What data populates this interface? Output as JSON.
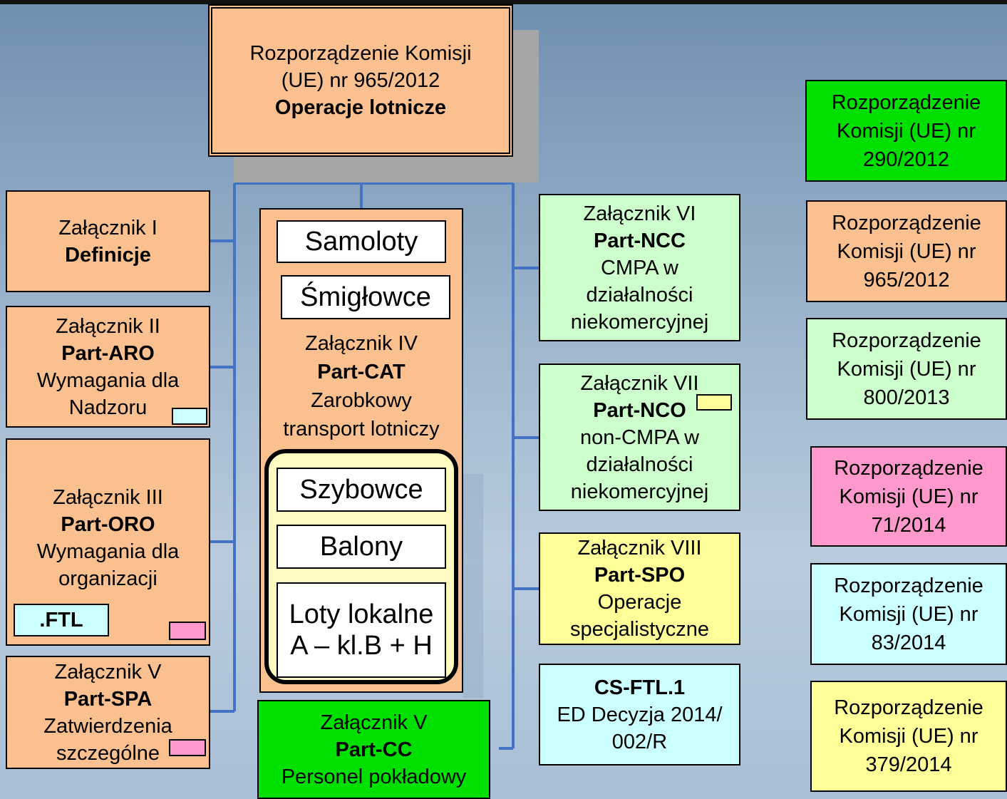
{
  "main_regulation": {
    "line1": "Rozporządzenie Komisji",
    "line2": "(UE) nr 965/2012",
    "line3": "Operacje lotnicze"
  },
  "annex_1": {
    "label": "Załącznik I",
    "code": "Definicje"
  },
  "annex_2": {
    "label": "Załącznik II",
    "code": "Part-ARO",
    "desc1": "Wymagania dla",
    "desc2": "Nadzoru"
  },
  "annex_3": {
    "label": "Załącznik III",
    "code": "Part-ORO",
    "desc1": "Wymagania dla",
    "desc2": "organizacji",
    "sub": ".FTL"
  },
  "annex_5_spa": {
    "label": "Załącznik V",
    "code": "Part-SPA",
    "desc1": "Zatwierdzenia",
    "desc2": "szczególne"
  },
  "annex_4": {
    "aircraft": [
      "Samoloty",
      "Śmigłowce"
    ],
    "label": "Załącznik IV",
    "code": "Part-CAT",
    "desc1": "Zarobkowy",
    "desc2": "transport lotniczy",
    "inner": [
      "Szybowce",
      "Balony"
    ],
    "local_line1": "Loty lokalne",
    "local_line2": "A – kl.B + H"
  },
  "annex_5_cc": {
    "label": "Załącznik V",
    "code": "Part-CC",
    "desc": "Personel pokładowy"
  },
  "annex_6": {
    "label": "Załącznik VI",
    "code": "Part-NCC",
    "desc1": "CMPA w",
    "desc2": "działalności",
    "desc3": "niekomercyjnej"
  },
  "annex_7": {
    "label": "Załącznik VII",
    "code": "Part-NCO",
    "desc1": "non-CMPA w",
    "desc2": "działalności",
    "desc3": "niekomercyjnej"
  },
  "annex_8": {
    "label": "Załącznik VIII",
    "code": "Part-SPO",
    "desc1": "Operacje",
    "desc2": "specjalistyczne"
  },
  "cs_ftl": {
    "code": "CS-FTL.1",
    "desc1": "ED Decyzja 2014/",
    "desc2": "002/R"
  },
  "legend": [
    {
      "line1": "Rozporządzenie",
      "line2": "Komisji (UE) nr",
      "line3": "290/2012",
      "color": "#00e000"
    },
    {
      "line1": "Rozporządzenie",
      "line2": "Komisji (UE) nr",
      "line3": "965/2012",
      "color": "#fac090"
    },
    {
      "line1": "Rozporządzenie",
      "line2": "Komisji (UE) nr",
      "line3": "800/2013",
      "color": "#ccffcc"
    },
    {
      "line1": "Rozporządzenie",
      "line2": "Komisji (UE) nr",
      "line3": "71/2014",
      "color": "#ff99cc"
    },
    {
      "line1": "Rozporządzenie",
      "line2": "Komisji (UE) nr",
      "line3": "83/2014",
      "color": "#ccffff"
    },
    {
      "line1": "Rozporządzenie",
      "line2": "Komisji (UE) nr",
      "line3": "379/2014",
      "color": "#ffff99"
    }
  ]
}
